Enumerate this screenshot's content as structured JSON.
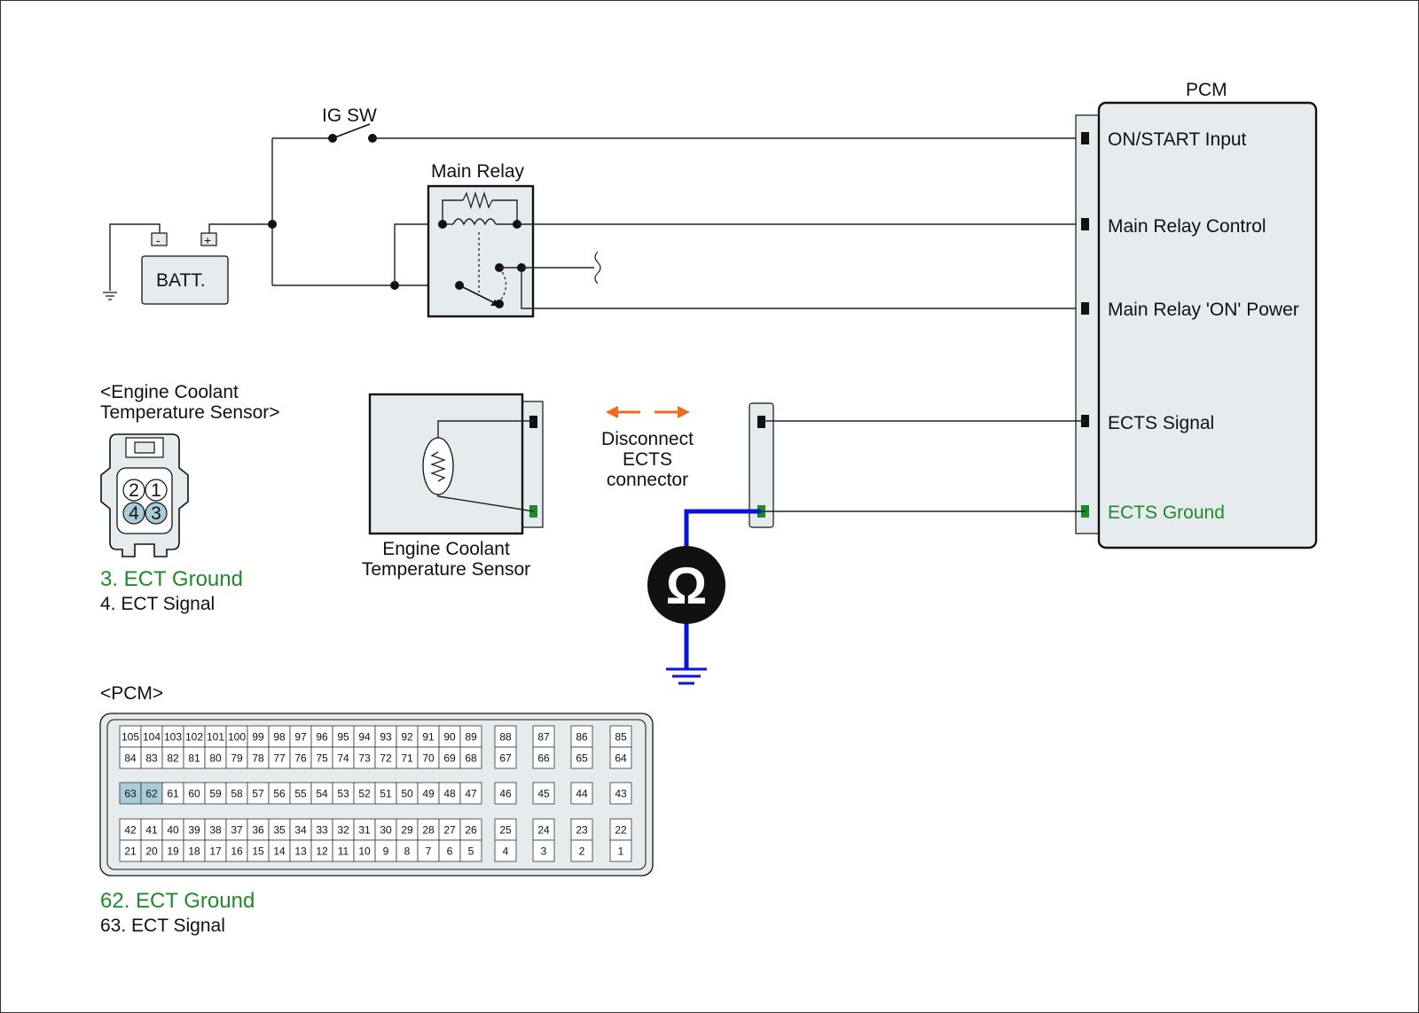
{
  "colors": {
    "ground_green": "#1e8a2a",
    "meter_wire_blue": "#0a14d8",
    "arrow_orange": "#f26a1b",
    "highlight_pin_blue": "#a9cdd8",
    "connector_fill": "#e6ecee"
  },
  "icons": {
    "ohmmeter": "ohm-icon",
    "ground": "ground-symbol-icon",
    "resistor": "resistor-icon",
    "arrow": "orange-arrow-icon"
  },
  "circuit": {
    "ig_sw_label": "IG SW",
    "main_relay_label": "Main Relay",
    "battery_label": "BATT.",
    "battery_minus": "-",
    "battery_plus": "+",
    "pcm_title": "PCM",
    "pcm_pins": {
      "on_start": "ON/START Input",
      "relay_control": "Main Relay Control",
      "relay_on_power": "Main Relay 'ON' Power",
      "ects_signal": "ECTS Signal",
      "ects_ground": "ECTS Ground"
    }
  },
  "ects_connector": {
    "header_line1": "<Engine Coolant",
    "header_line2": "Temperature Sensor>",
    "pins": [
      "2",
      "1",
      "4",
      "3"
    ],
    "legend_ground": "3. ECT Ground",
    "legend_signal": "4. ECT Signal"
  },
  "sensor": {
    "caption_line1": "Engine Coolant",
    "caption_line2": "Temperature Sensor"
  },
  "disconnect": {
    "line1": "Disconnect",
    "line2": "ECTS",
    "line3": "connector"
  },
  "meter": {
    "symbol": "Ω"
  },
  "pcm_connector": {
    "header": "<PCM>",
    "main_block": {
      "row1": [
        "105",
        "104",
        "103",
        "102",
        "101",
        "100",
        "99",
        "98",
        "97",
        "96",
        "95",
        "94",
        "93",
        "92",
        "91",
        "90",
        "89"
      ],
      "row2": [
        "84",
        "83",
        "82",
        "81",
        "80",
        "79",
        "78",
        "77",
        "76",
        "75",
        "74",
        "73",
        "72",
        "71",
        "70",
        "69",
        "68"
      ],
      "row3": [
        "63",
        "62",
        "61",
        "60",
        "59",
        "58",
        "57",
        "56",
        "55",
        "54",
        "53",
        "52",
        "51",
        "50",
        "49",
        "48",
        "47"
      ],
      "row4": [
        "42",
        "41",
        "40",
        "39",
        "38",
        "37",
        "36",
        "35",
        "34",
        "33",
        "32",
        "31",
        "30",
        "29",
        "28",
        "27",
        "26"
      ],
      "row5": [
        "21",
        "20",
        "19",
        "18",
        "17",
        "16",
        "15",
        "14",
        "13",
        "12",
        "11",
        "10",
        "9",
        "8",
        "7",
        "6",
        "5"
      ]
    },
    "side_columns": [
      {
        "top": [
          "88",
          "67"
        ],
        "mid": "46",
        "bottom": [
          "25",
          "4"
        ]
      },
      {
        "top": [
          "87",
          "66"
        ],
        "mid": "45",
        "bottom": [
          "24",
          "3"
        ]
      },
      {
        "top": [
          "86",
          "65"
        ],
        "mid": "44",
        "bottom": [
          "23",
          "2"
        ]
      },
      {
        "top": [
          "85",
          "64"
        ],
        "mid": "43",
        "bottom": [
          "22",
          "1"
        ]
      }
    ],
    "highlighted_pins": [
      "63",
      "62"
    ],
    "legend_ground": "62. ECT Ground",
    "legend_signal": "63. ECT Signal"
  }
}
